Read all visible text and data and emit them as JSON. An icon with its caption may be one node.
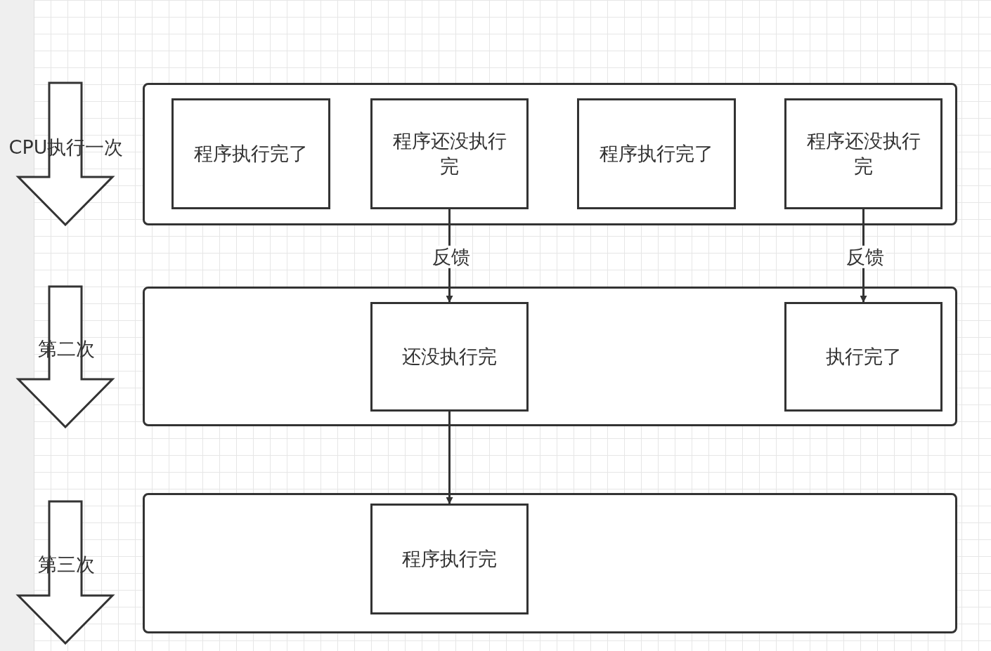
{
  "diagram": {
    "nodes": [
      {
        "text": [
          "CPU执行一次"
        ]
      },
      {
        "text": [],
        "shape": "box"
      },
      {
        "text": [
          "程序执行完了"
        ],
        "in": 1
      },
      {
        "text": [
          "程序还没执行完"
        ],
        "in": 1
      },
      {
        "text": [
          "程序执行完了"
        ],
        "in": 1
      },
      {
        "text": [
          "程序还没执行完"
        ],
        "in": 1
      },
      {
        "text": [
          "第二次"
        ]
      },
      {
        "text": [],
        "shape": "box"
      },
      {
        "text": [
          "还没执行完"
        ],
        "in": 7
      },
      {
        "text": [
          "执行完了"
        ],
        "in": 7
      },
      {
        "text": [
          "第三次"
        ]
      },
      {
        "text": [],
        "shape": "box"
      },
      {
        "text": [
          "程序执行完"
        ],
        "in": 11
      }
    ],
    "edges": [
      {
        "from": 3,
        "to": 8,
        "arrow": "to",
        "label": "反馈"
      },
      {
        "from": 5,
        "to": 9,
        "arrow": "to",
        "label": "反馈"
      },
      {
        "from": 8,
        "to": 12,
        "arrow": "to"
      }
    ]
  }
}
